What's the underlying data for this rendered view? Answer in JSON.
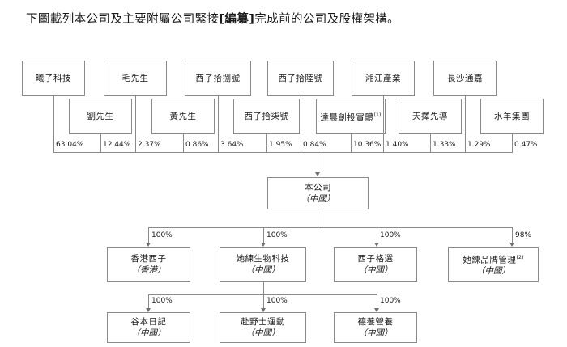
{
  "heading": {
    "before": "下圖載列本公司及主要附屬公司緊接",
    "bracket": "[編纂]",
    "after": "完成前的公司及股權架構。"
  },
  "chart_data": {
    "type": "diagram",
    "title": "公司及股權架構",
    "shareholders_row1": [
      {
        "name": "曦子科技",
        "pct": "63.04%"
      },
      {
        "name": "毛先生",
        "pct": "2.37%"
      },
      {
        "name": "西子拾捌號",
        "pct": "3.64%"
      },
      {
        "name": "西子拾陸號",
        "pct": "0.84%"
      },
      {
        "name": "湘江產業",
        "pct": "1.40%"
      },
      {
        "name": "長沙通嘉",
        "pct": "1.29%"
      }
    ],
    "shareholders_row2": [
      {
        "name": "劉先生",
        "pct": "12.44%"
      },
      {
        "name": "黃先生",
        "pct": "0.86%"
      },
      {
        "name": "西子拾柒號",
        "pct": "1.95%"
      },
      {
        "name": "達晨創投實體",
        "note": "(1)",
        "pct": "10.36%"
      },
      {
        "name": "天擇先導",
        "pct": "1.33%"
      },
      {
        "name": "水羊集團",
        "pct": "0.47%"
      }
    ],
    "company": {
      "name": "本公司",
      "region": "（中國）"
    },
    "subsidiaries": [
      {
        "name": "香港西子",
        "region": "（香港）",
        "pct": "100%"
      },
      {
        "name": "她練生物科技",
        "region": "（中國）",
        "pct": "100%"
      },
      {
        "name": "西子格選",
        "region": "（中國）",
        "pct": "100%"
      },
      {
        "name": "她練品牌管理",
        "note": "(2)",
        "region": "（中國）",
        "pct": "98%"
      }
    ],
    "sub_subsidiaries": [
      {
        "name": "谷本日記",
        "region": "（中國）",
        "pct": "100%"
      },
      {
        "name": "赴野士運動",
        "region": "（中國）",
        "pct": "100%"
      },
      {
        "name": "德養營養",
        "region": "（中國）",
        "pct": "100%"
      }
    ],
    "colors": {
      "line": "#8a8a8a",
      "text": "#1a1a1a",
      "background": "#ffffff"
    }
  }
}
